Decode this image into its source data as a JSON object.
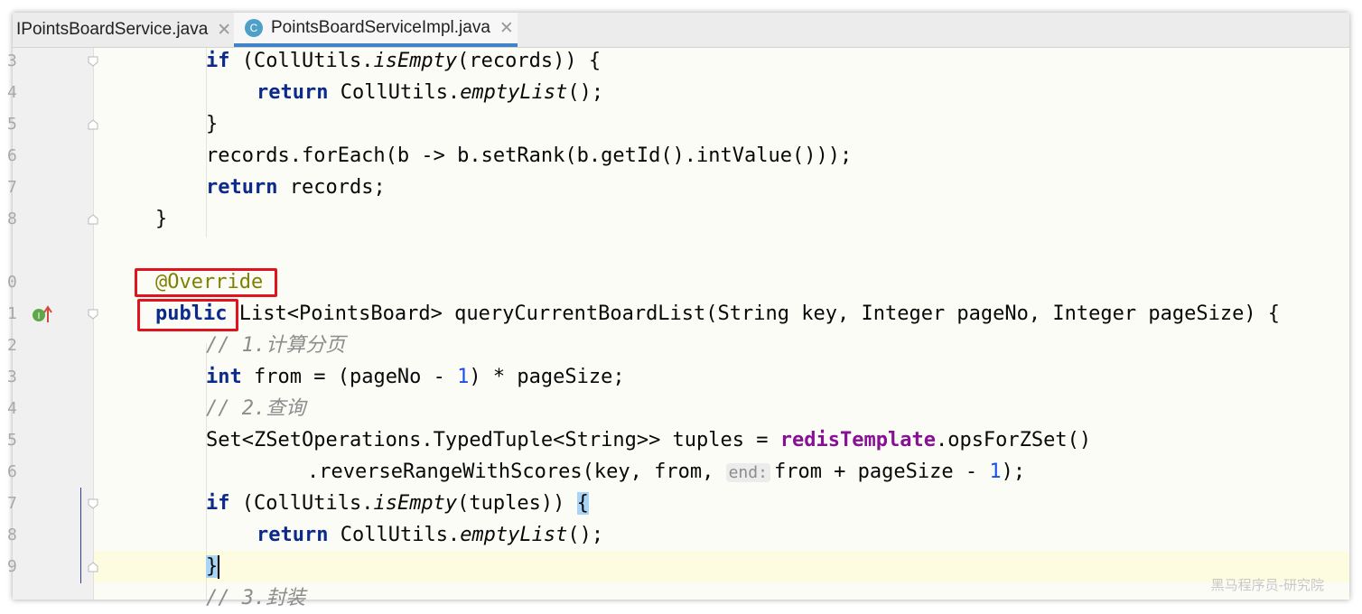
{
  "tabs": [
    {
      "label": "IPointsBoardService.java",
      "active": false,
      "close": "✕"
    },
    {
      "label": "PointsBoardServiceImpl.java",
      "active": true,
      "icon": "C",
      "close": "✕"
    }
  ],
  "lines": [
    {
      "ln": "3",
      "t1": "if",
      "t2": " (CollUtils.",
      "t3": "isEmpty",
      "t4": "(records)) {"
    },
    {
      "ln": "4",
      "t1": "return",
      "t2": " CollUtils.",
      "t3": "emptyList",
      "t4": "();"
    },
    {
      "ln": "5",
      "t1": "}"
    },
    {
      "ln": "6",
      "t1": "records.forEach(b -> b.setRank(b.getId().intValue()));"
    },
    {
      "ln": "7",
      "t1": "return",
      "t2": " records;"
    },
    {
      "ln": "8",
      "t1": "}"
    },
    {
      "ln": ""
    },
    {
      "ln": "0",
      "t1": "@Override"
    },
    {
      "ln": "1",
      "t1": "public",
      "t2": " List<PointsBoard> queryCurrentBoardList(String key, Integer pageNo, Integer pageSize) {"
    },
    {
      "ln": "2",
      "t1": "// 1.计算分页"
    },
    {
      "ln": "3",
      "t1": "int",
      "t2": " from = (pageNo - ",
      "t3": "1",
      "t4": ") * pageSize;"
    },
    {
      "ln": "4",
      "t1": "// 2.查询"
    },
    {
      "ln": "5",
      "t1": "Set<ZSetOperations.TypedTuple<String>> tuples = ",
      "t2": "redisTemplate",
      "t3": ".opsForZSet()"
    },
    {
      "ln": "6",
      "t1": ".reverseRangeWithScores(key, from, ",
      "hint": "end:",
      "t2": "from + pageSize - ",
      "t3": "1",
      "t4": ");"
    },
    {
      "ln": "7",
      "t1": "if",
      "t2": " (CollUtils.",
      "t3": "isEmpty",
      "t4": "(tuples)) ",
      "t5": "{"
    },
    {
      "ln": "8",
      "t1": "return",
      "t2": " CollUtils.",
      "t3": "emptyList",
      "t4": "();"
    },
    {
      "ln": "9",
      "t1": "}"
    },
    {
      "ln": "",
      "t1": "// 3.封装"
    }
  ],
  "watermark": "黑马程序员-研究院",
  "colors": {
    "keyword": "#0b2a8a",
    "annotation": "#808000",
    "comment": "#8c8c8c",
    "number": "#1750eb",
    "field": "#871094",
    "highlight_box": "#e0141e",
    "tab_underline": "#4083c9"
  }
}
